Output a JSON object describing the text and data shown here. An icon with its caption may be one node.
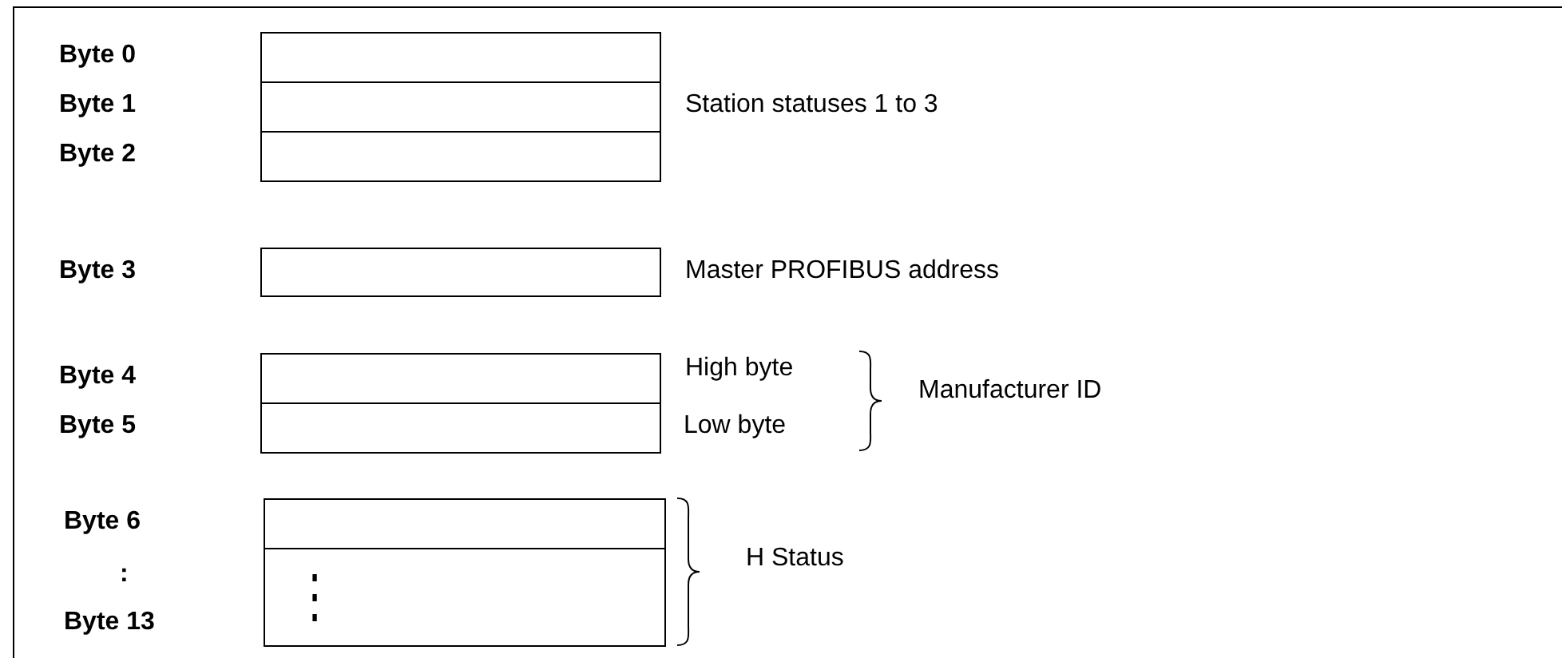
{
  "diagram": {
    "nodes": [
      {
        "text": [],
        "shape": "box"
      },
      {
        "text": [],
        "shape": "box"
      },
      {
        "text": [],
        "shape": "box"
      },
      {
        "text": [],
        "shape": "box"
      },
      {
        "text": [],
        "shape": "box"
      },
      {
        "text": [],
        "shape": "box"
      },
      {
        "text": [],
        "shape": "box"
      },
      {
        "text": [
          "⋮"
        ]
      }
    ],
    "labels": [
      "Byte 0",
      "Byte 1",
      "Station statuses 1 to 3",
      "Byte 2",
      "Byte 3",
      "Master PROFIBUS address",
      "Byte 4",
      "High byte",
      "Manufacturer ID",
      "Byte 5",
      "Low byte",
      "Byte 6",
      "H Status",
      ":",
      "Byte 13"
    ]
  }
}
